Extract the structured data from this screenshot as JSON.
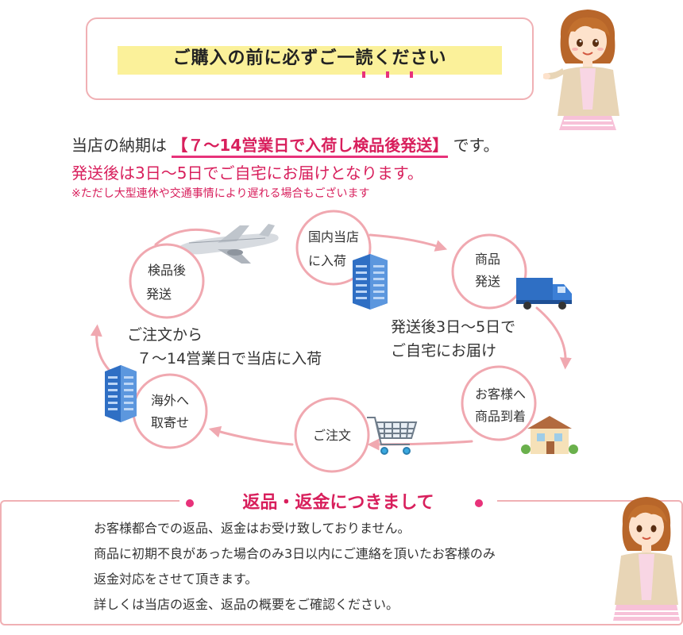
{
  "notice": {
    "heading": "ご購入の前に必ずご一読ください"
  },
  "lead": {
    "line1_prefix": "当店の納期は",
    "line1_highlight": "【７～14営業日で入荷し検品後発送】",
    "line1_suffix": "です。",
    "line2": "発送後は3日～5日でご自宅にお届けとなります。",
    "line3": "※ただし大型連休や交通事情により遅れる場合もございます"
  },
  "flow": {
    "nodes": [
      {
        "line1": "国内当店",
        "line2": "に入荷"
      },
      {
        "line1": "商品",
        "line2": "発送"
      },
      {
        "line1": "お客様へ",
        "line2": "商品到着"
      },
      {
        "line1": "ご注文",
        "line2": ""
      },
      {
        "line1": "海外へ",
        "line2": "取寄せ"
      },
      {
        "line1": "検品後",
        "line2": "発送"
      }
    ],
    "center_left_line1": "ご注文から",
    "center_left_line2": "７～14営業日で当店に入荷",
    "center_right_line1": "発送後3日～5日で",
    "center_right_line2": "ご自宅にお届け"
  },
  "returns": {
    "title": "返品・返金につきまして",
    "lines": [
      "お客様都合での返品、返金はお受け致しておりません。",
      "商品に初期不良があった場合のみ3日以内にご連絡を頂いたお客様のみ",
      "返金対応をさせて頂きます。",
      "詳しくは当店の返金、返品の概要をご確認ください。"
    ]
  },
  "colors": {
    "accent": "#e8327a",
    "accent_text": "#d81f5c",
    "circle_border": "#f0a8b0",
    "highlight_yellow": "#fbf19a"
  },
  "icons": [
    "woman-guide-illustration",
    "airplane-icon",
    "building-icon",
    "delivery-truck-icon",
    "house-icon",
    "shopping-cart-icon"
  ]
}
